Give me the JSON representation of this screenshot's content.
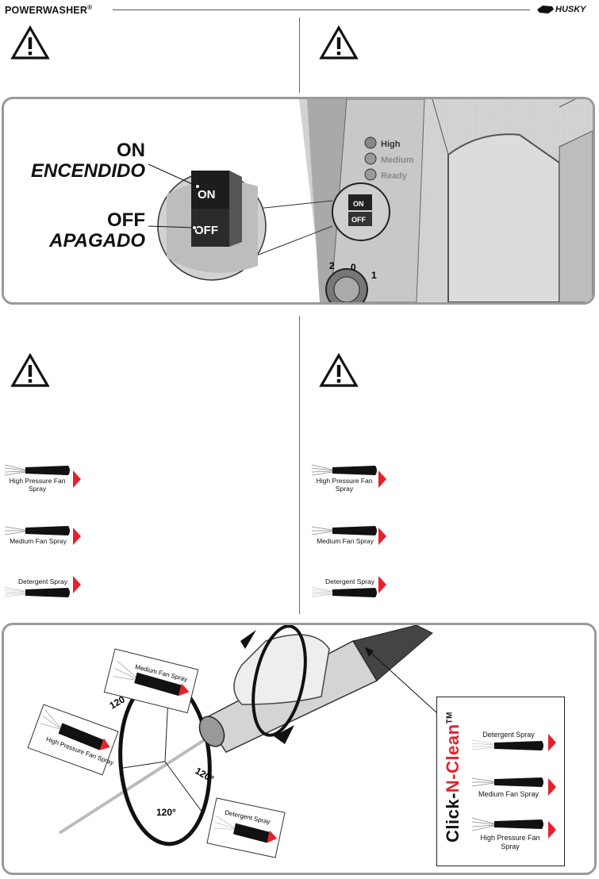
{
  "header": {
    "brand": "POWERWASHER",
    "brand_mark": "®",
    "logo_text": "HUSKY"
  },
  "switch_panel": {
    "on_label": "ON",
    "on_label_es": "ENCENDIDO",
    "off_label": "OFF",
    "off_label_es": "APAGADO",
    "rocker_on": "ON",
    "rocker_off": "OFF",
    "machine_text": {
      "high": "High",
      "medium": "Medium",
      "ready": "Ready",
      "dial_2": "2",
      "dial_0": "0",
      "dial_1": "1"
    }
  },
  "spray_lists": {
    "left": [
      {
        "label": "High Pressure Fan Spray"
      },
      {
        "label": "Medium Fan Spray"
      },
      {
        "label": "Detergent Spray"
      }
    ],
    "right": [
      {
        "label": "High Pressure Fan Spray"
      },
      {
        "label": "Medium Fan Spray"
      },
      {
        "label": "Detergent Spray"
      }
    ]
  },
  "rotation_panel": {
    "angle_label": "120°",
    "cards": {
      "medium": "Medium Fan Spray",
      "high": "High Pressure Fan Spray",
      "detergent": "Detergent Spray"
    },
    "legend": {
      "title_1": "Click-",
      "title_2": "N-",
      "title_3": "Clean",
      "title_tm": "TM",
      "items": [
        "Detergent Spray",
        "Medium Fan Spray",
        "High Pressure Fan Spray"
      ]
    }
  },
  "colors": {
    "accent_red": "#e8202a",
    "panel_border": "#9a9a9a"
  }
}
